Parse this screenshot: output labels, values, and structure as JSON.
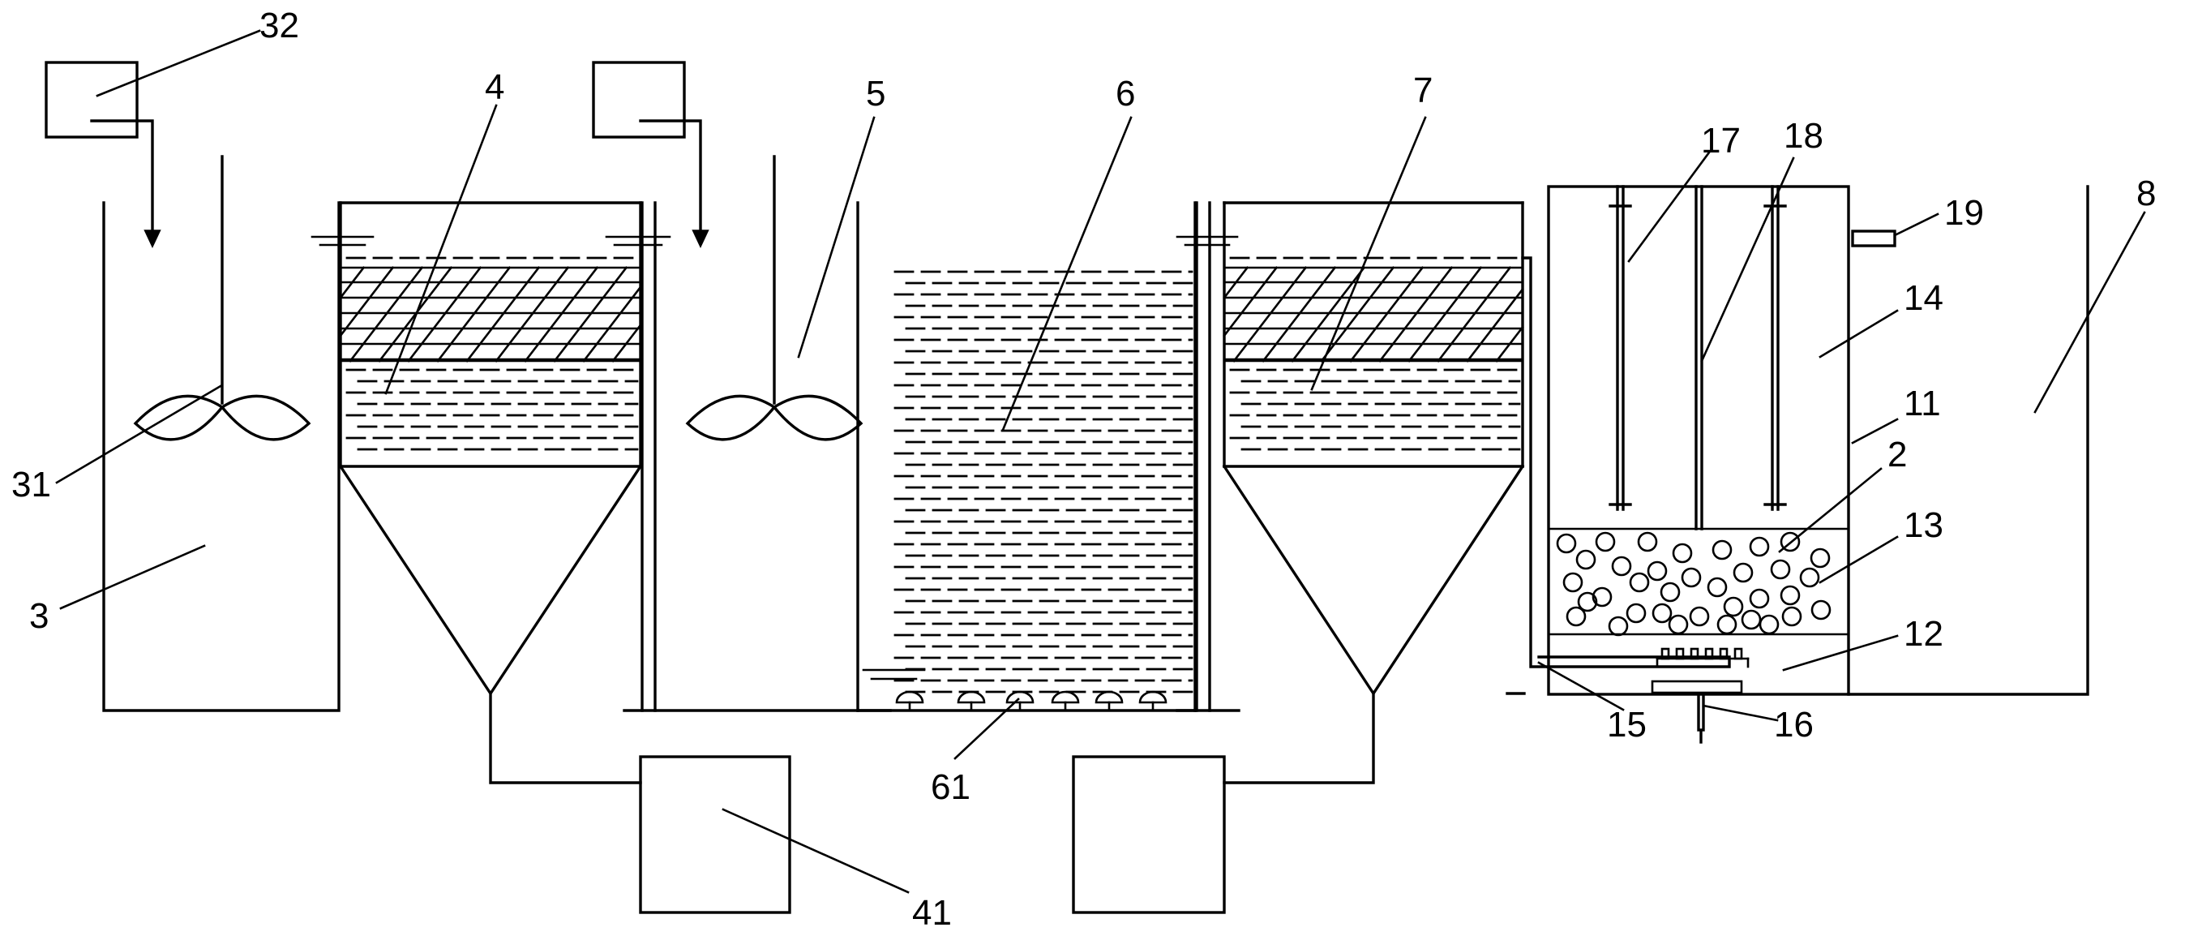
{
  "labels": {
    "l32": "32",
    "l4": "4",
    "l5": "5",
    "l6": "6",
    "l7": "7",
    "l17": "17",
    "l18": "18",
    "l19": "19",
    "l8": "8",
    "l14": "14",
    "l11": "11",
    "l2": "2",
    "l13": "13",
    "l12": "12",
    "l31": "31",
    "l3": "3",
    "l15": "15",
    "l16": "16",
    "l61": "61",
    "l41": "41"
  }
}
